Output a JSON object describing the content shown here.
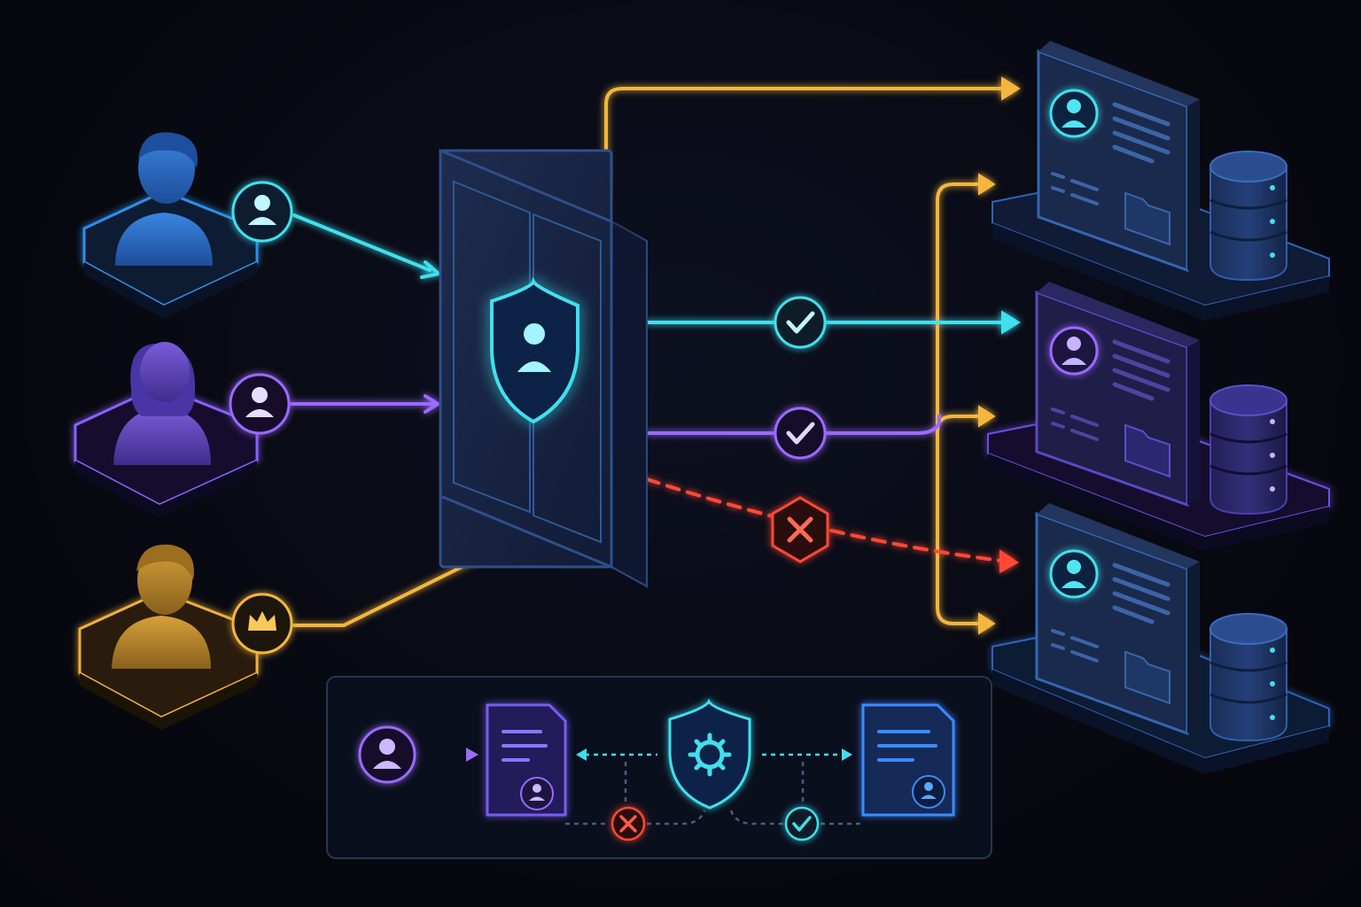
{
  "colors": {
    "cyan": "#3fe0ee",
    "violet": "#9b6bff",
    "gold": "#f4b63e",
    "red": "#ff4a36",
    "blue": "#3a8bff",
    "panel": "#16213d",
    "background": "#07080f"
  },
  "users": [
    {
      "name": "user-blue",
      "role_icon": "user-icon",
      "color": "#3fe0ee"
    },
    {
      "name": "user-violet",
      "role_icon": "user-icon",
      "color": "#9b6bff"
    },
    {
      "name": "user-gold",
      "role_icon": "crown-icon",
      "color": "#f4b63e"
    }
  ],
  "gateway": {
    "icon": "shield-user-icon"
  },
  "decisions": [
    {
      "name": "check-cyan",
      "status": "allowed",
      "icon": "check-icon"
    },
    {
      "name": "check-violet",
      "status": "allowed",
      "icon": "check-icon"
    },
    {
      "name": "deny-red",
      "status": "denied",
      "icon": "x-icon"
    }
  ],
  "resources": [
    {
      "name": "resource-blue",
      "icons": [
        "profile-icon",
        "folder-icon",
        "database-icon"
      ]
    },
    {
      "name": "resource-violet",
      "icons": [
        "profile-icon",
        "folder-icon",
        "database-icon"
      ]
    },
    {
      "name": "resource-blue-2",
      "icons": [
        "profile-icon",
        "folder-icon",
        "database-icon"
      ]
    }
  ],
  "legend": {
    "icons": [
      "user-icon",
      "document-user-icon",
      "shield-gear-icon",
      "x-icon",
      "check-icon",
      "document-user-icon"
    ]
  }
}
